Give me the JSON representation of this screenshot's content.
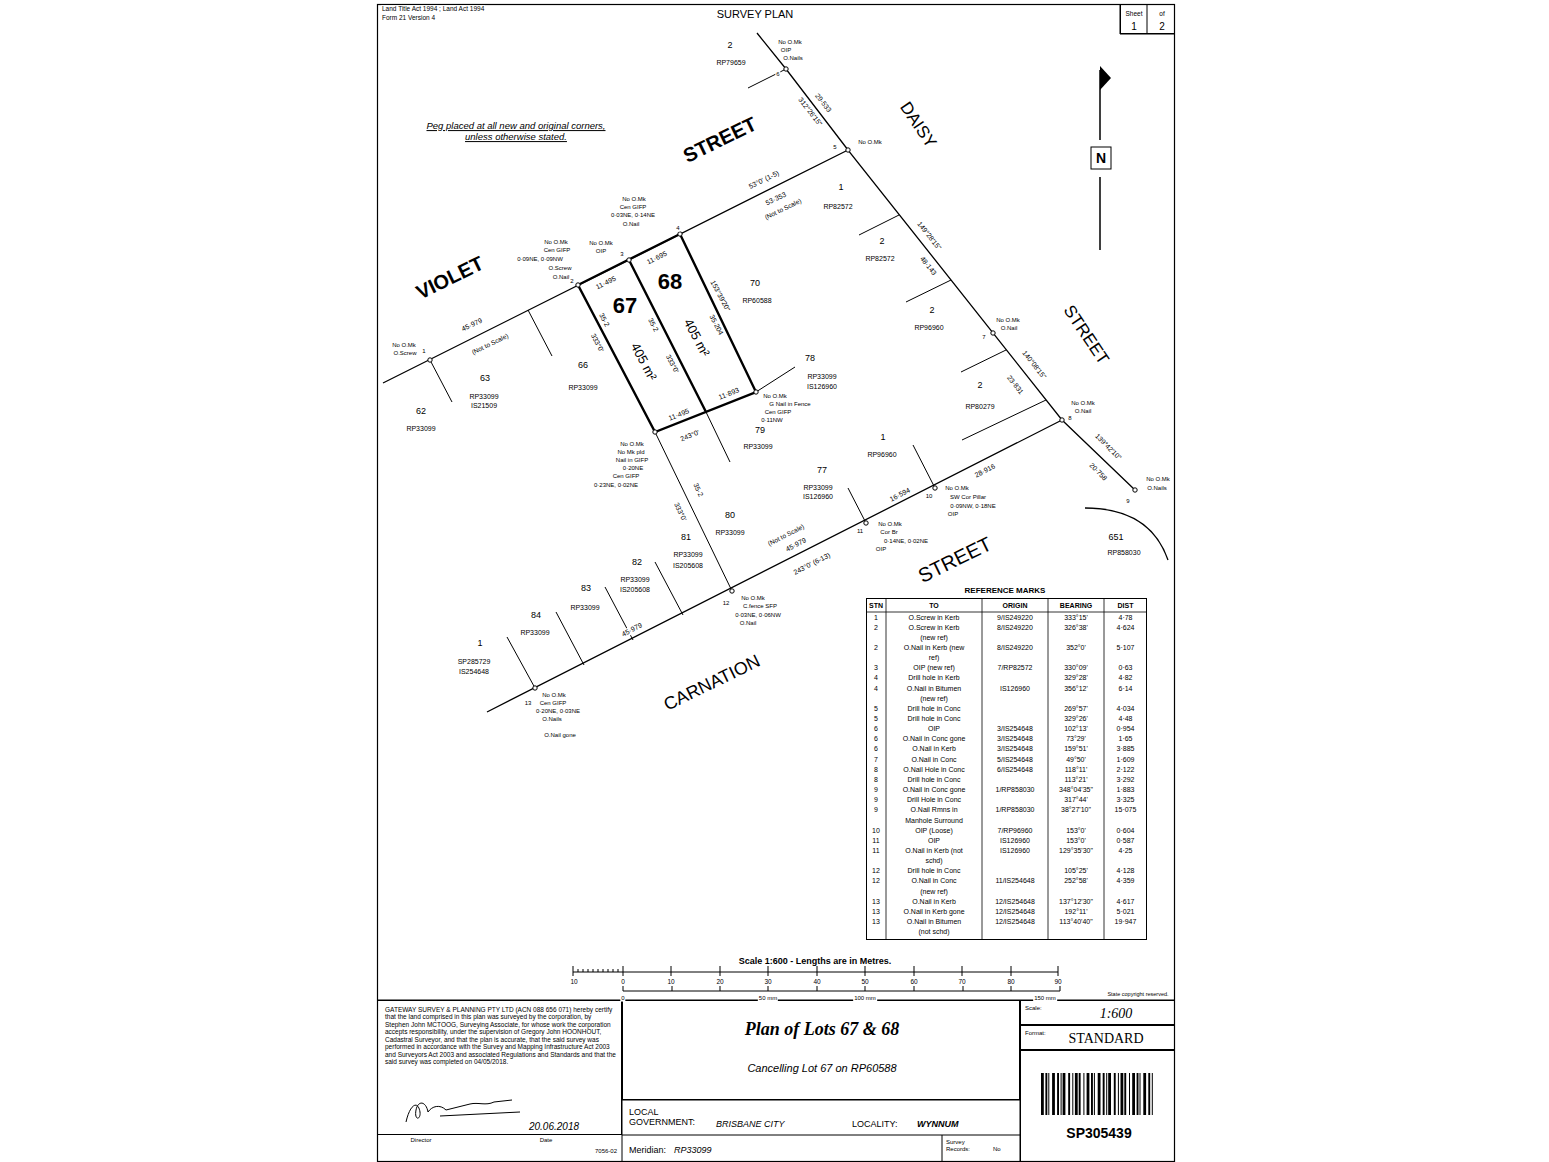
{
  "diagram": {
    "title": "SURVEY PLAN",
    "nodes": [
      {
        "text": [
          "Sheet",
          "1",
          "of",
          "2"
        ]
      },
      {
        "text": [
          "Plan of Lots 67 & 68",
          "Cancelling Lot 67 on RP60588"
        ]
      },
      {
        "text": [
          "GATEWAY SURVEY & PLANNING PTY LTD (ACN 088 656 071) hereby certify that the land comprised in this plan was surveyed by the corporation, by Stephen John MCTOOG, Surveying Associate, for whose work the corporation accepts responsibility, under the supervision of Gregory John HOONHOUT, Cadastral Surveyor, and that the plan is accurate, that the said survey was performed in accordance with the Survey and Mapping Infrastructure Act 2003 and Surveyors Act 2003 and associated Regulations and Standards and that the said survey was completed on 04/05/2018."
        ]
      },
      {
        "text": [
          "Scale:",
          "1:600"
        ]
      },
      {
        "text": [
          "Format:",
          "STANDARD"
        ]
      },
      {
        "text": [
          "SP305439"
        ]
      }
    ],
    "labels": [
      "Land Title Act 1994 ; Land Act 1994",
      "Form 21 Version 4",
      "Peg placed at all new and original corners, unless otherwise stated.",
      "2",
      "RP79659",
      "No O.Mk",
      "OIP",
      "O.Nails",
      "6",
      "29·533",
      "312°26'15\"",
      "5",
      "No O.Mk",
      "DAISY",
      "STREET",
      "VIOLET",
      "STREET",
      "STREET",
      "CARNATION",
      "53°0' (1-5)",
      "53·353",
      "(Not to Scale)",
      "1",
      "RP82572",
      "2",
      "RP82572",
      "149°28'15\"",
      "48·143",
      "2",
      "RP96960",
      "No O.Mk",
      "O.Nail",
      "7",
      "140°08'15\"",
      "23·831",
      "2",
      "RP80279",
      "No O.Mk",
      "O.Nail",
      "8",
      "139°42'10\"",
      "20·758",
      "No O.Mk",
      "O.Nails",
      "9",
      "651",
      "RP858030",
      "67",
      "405 m²",
      "68",
      "405 m²",
      "11·495",
      "11·695",
      "35·2",
      "333°0'",
      "35·2",
      "333°0'",
      "153°39'20\"",
      "35·204",
      "11·495",
      "11·893",
      "243°0'",
      "66",
      "RP33099",
      "70",
      "RP60588",
      "78",
      "RP33099",
      "IS126960",
      "No O.Mk",
      "G Nail in Fence",
      "Cen GIFP",
      "0·11NW",
      "79",
      "RP33099",
      "No O.Mk",
      "No Mk pld",
      "Nail in GIFP",
      "0·20NE",
      "Cen GIFP",
      "0·23NE, 0·02NE",
      "35·2",
      "333°0'",
      "80",
      "RP33099",
      "81",
      "RP33099",
      "IS205608",
      "82",
      "RP33099",
      "IS205608",
      "83",
      "RP33099",
      "84",
      "RP33099",
      "1",
      "SP285729",
      "IS254648",
      "63",
      "RP33099",
      "IS21509",
      "62",
      "RP33099",
      "No O.Mk",
      "O.Screw",
      "1",
      "45·979",
      "(Not to Scale)",
      "No O.Mk",
      "Cen GIFP",
      "0·09NE, 0·09NW",
      "O.Screw",
      "O.Nail",
      "2",
      "No O.Mk",
      "OIP",
      "3",
      "No O.Mk",
      "Cen GIFP",
      "0·03NE, 0·14NE",
      "O.Nail",
      "4",
      "77",
      "RP33099",
      "IS126960",
      "1",
      "RP96960",
      "28·916",
      "16·594",
      "10",
      "No O.Mk",
      "SW Cor Pillar",
      "0·09NW, 0·18NE",
      "OIP",
      "11",
      "No O.Mk",
      "Cor Br",
      "0·14NE, 0·02NE",
      "OIP",
      "(Not to Scale)",
      "45·979",
      "243°0' (6-13)",
      "12",
      "No O.Mk",
      "C.fence SFP",
      "0·03NE, 0·06NW",
      "O.Nail",
      "45·979",
      "13",
      "No O.Mk",
      "Cen GIFP",
      "0·20NE, 0·03NE",
      "O.Nails",
      "O.Nail gone",
      "N",
      "REFERENCE MARKS",
      "Scale 1:600 - Lengths are in Metres.",
      "10",
      "0",
      "10",
      "20",
      "30",
      "40",
      "50",
      "60",
      "70",
      "80",
      "90",
      "0",
      "50 mm",
      "100 mm",
      "150 mm",
      "State copyright reserved.",
      "20.06.2018",
      "Director",
      "Date",
      "7056-02",
      "LOCAL GOVERNMENT:",
      "BRISBANE CITY",
      "LOCALITY:",
      "WYNNUM",
      "Meridian:",
      "RP33099",
      "Survey Records:",
      "No",
      "STN",
      "TO",
      "ORIGIN",
      "BEARING",
      "DIST",
      "1",
      "O.Screw in Kerb",
      "9/IS249220",
      "333°15'",
      "4·78",
      "2",
      "O.Screw in Kerb (new ref)",
      "8/IS249220",
      "326°38'",
      "4·624",
      "2",
      "O.Nail in Kerb (new ref)",
      "8/IS249220",
      "352°0'",
      "5·107",
      "3",
      "OIP (new ref)",
      "7/RP82572",
      "330°09'",
      "0·63",
      "4",
      "Drill hole in Kerb",
      "329°28'",
      "4·82",
      "4",
      "O.Nail in Bitumen (new ref)",
      "IS126960",
      "356°12'",
      "6·14",
      "5",
      "Drill hole in Conc",
      "269°57'",
      "4·034",
      "5",
      "Drill hole in Conc",
      "329°26'",
      "4·48",
      "6",
      "OIP",
      "3/IS254648",
      "102°13'",
      "0·954",
      "6",
      "O.Nail in Conc gone",
      "3/IS254648",
      "73°29'",
      "1·65",
      "6",
      "O.Nail in Kerb",
      "3/IS254648",
      "159°51'",
      "3·885",
      "7",
      "O.Nail in Conc",
      "5/IS254648",
      "49°50'",
      "1·609",
      "8",
      "O.Nail Hole in Conc",
      "6/IS254648",
      "118°11'",
      "2·122",
      "8",
      "Drill hole in Conc",
      "113°21'",
      "3·292",
      "9",
      "O.Nail in Conc gone",
      "1/RP858030",
      "348°04'35\"",
      "1·883",
      "9",
      "Drill Hole in Conc",
      "317°44'",
      "3·325",
      "9",
      "O.Nail Rmns in Manhole Surround",
      "1/RP858030",
      "38°27'10\"",
      "15·075",
      "10",
      "OIP (Loose)",
      "7/RP96960",
      "153°0'",
      "0·604",
      "11",
      "OIP",
      "IS126960",
      "153°0'",
      "0·587",
      "11",
      "O.Nail in Kerb (not schd)",
      "IS126960",
      "129°35'30\"",
      "4·25",
      "12",
      "Drill hole in Conc",
      "105°25'",
      "4·128",
      "12",
      "O.Nail in Conc (new ref)",
      "11/IS254648",
      "252°58'",
      "4·359",
      "13",
      "O.Nail in Kerb",
      "12/IS254648",
      "137°12'30\"",
      "4·617",
      "13",
      "O.Nail in Kerb gone",
      "12/IS254648",
      "192°11'",
      "5·021",
      "13",
      "O.Nail in Bitumen (not schd)",
      "12/IS254648",
      "113°40'40\"",
      "19·947"
    ]
  }
}
